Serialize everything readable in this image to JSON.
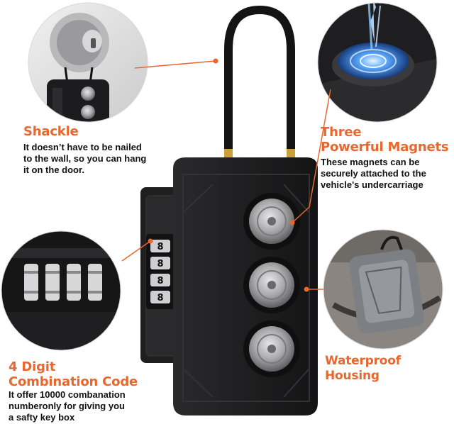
{
  "colors": {
    "accent": "#e8672e",
    "body_text": "#111111",
    "product": "#1b1b1b",
    "magnet": "#b7b7b9",
    "cable": "#141414",
    "brass": "#c9a03a"
  },
  "features": {
    "shackle": {
      "title": "Shackle",
      "desc_lines": [
        "It doesn’t have to be nailed",
        "to the wall, so you can hang",
        "it on the door."
      ]
    },
    "magnets": {
      "title_lines": [
        "Three",
        "Powerful Magnets"
      ],
      "desc_lines": [
        "These magnets can be",
        "securely attached to the",
        "vehicle's undercarriage"
      ]
    },
    "combination": {
      "title_lines": [
        "4 Digit",
        "Combination Code"
      ],
      "desc_lines": [
        "It offer 10000 combanation",
        "numberonly for giving you",
        "a safty key box"
      ]
    },
    "housing": {
      "title": "Waterproof Housing"
    }
  },
  "dial_digits": [
    "8",
    "8",
    "8",
    "8"
  ],
  "icons": [
    "doorknob-photo",
    "magnet-photo",
    "dial-photo",
    "housing-photo",
    "key-box-product"
  ]
}
